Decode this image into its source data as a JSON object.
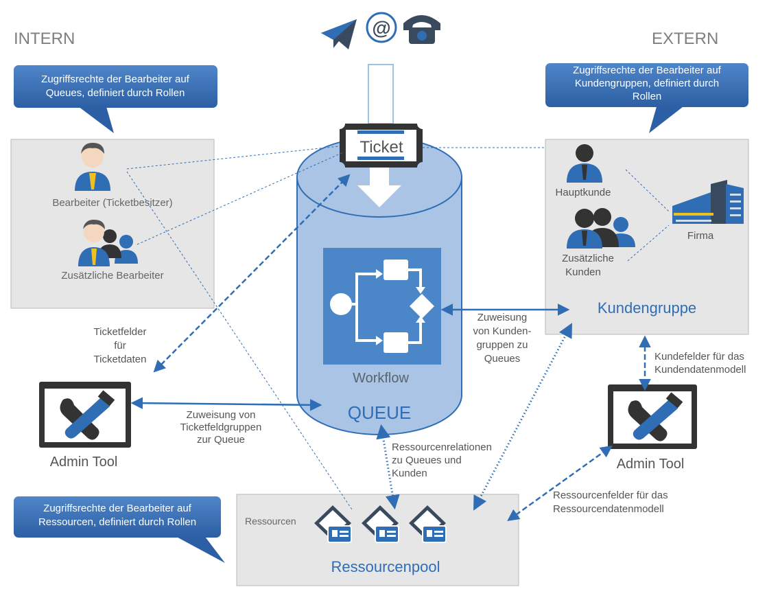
{
  "sides": {
    "left": "INTERN",
    "right": "EXTERN"
  },
  "callouts": {
    "queues": [
      "Zugriffsrechte der Bearbeiter auf",
      "Queues, definiert durch Rollen"
    ],
    "customers": [
      "Zugriffsrechte der Bearbeiter auf",
      "Kundengruppen, definiert durch",
      "Rollen"
    ],
    "resources": [
      "Zugriffsrechte der Bearbeiter auf",
      "Ressourcen, definiert durch Rollen"
    ]
  },
  "intern_box": {
    "owner_label": "Bearbeiter (Ticketbesitzer)",
    "additional_label": "Zusätzliche Bearbeiter"
  },
  "queue": {
    "ticket_label": "Ticket",
    "workflow_label": "Workflow",
    "queue_label": "QUEUE"
  },
  "extern_box": {
    "main_customer_label": "Hauptkunde",
    "additional_customers_label": [
      "Zusätzliche",
      "Kunden"
    ],
    "company_label": "Firma",
    "group_label": "Kundengruppe"
  },
  "connections": {
    "ticket_fields": [
      "Ticketfelder",
      "für",
      "Ticketdaten"
    ],
    "fieldgroups_assignment": [
      "Zuweisung von",
      "Ticketfeldgruppen",
      "zur Queue"
    ],
    "customergroups_assignment": [
      "Zuweisung",
      "von Kunden-",
      "gruppen zu",
      "Queues"
    ],
    "customer_fields": [
      "Kundefelder für das",
      "Kundendatenmodell"
    ],
    "resource_relations": [
      "Ressourcenrelationen",
      "zu Queues und",
      "Kunden"
    ],
    "resource_fields": [
      "Ressourcenfelder für das",
      "Ressourcendatenmodell"
    ]
  },
  "admin_tools": {
    "left": "Admin Tool",
    "right": "Admin Tool"
  },
  "resource_pool": {
    "items_label": "Ressourcen",
    "pool_label": "Ressourcenpool"
  },
  "colors": {
    "accent_blue": "#2f6db5",
    "callout_blue": "#3c73b8",
    "box_gray": "#e6e6e6",
    "cylinder_blue": "#a9c4e4",
    "workflow_blue": "#4a86c8"
  }
}
